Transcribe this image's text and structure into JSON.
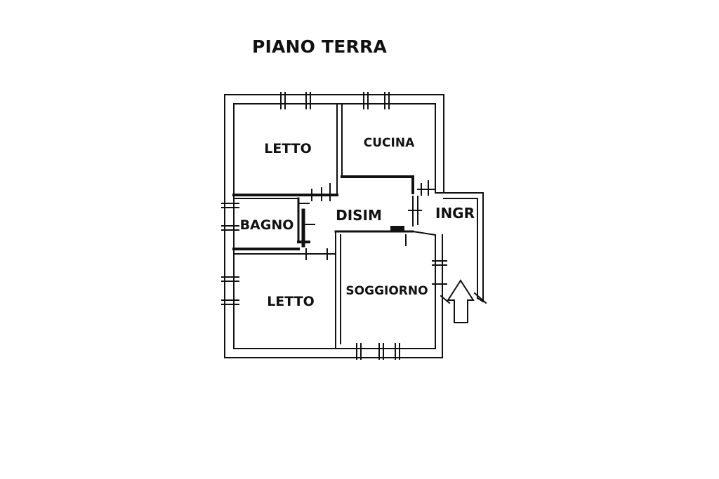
{
  "title": "PIANO TERRA",
  "rooms": {
    "letto_top": "LETTO",
    "cucina": "CUCINA",
    "bagno": "BAGNO",
    "disim": "DISIM",
    "ingr": "INGR",
    "letto_bottom": "LETTO",
    "soggiorno": "SOGGIORNO"
  },
  "entrance_arrow_icon": "arrow-up-icon"
}
